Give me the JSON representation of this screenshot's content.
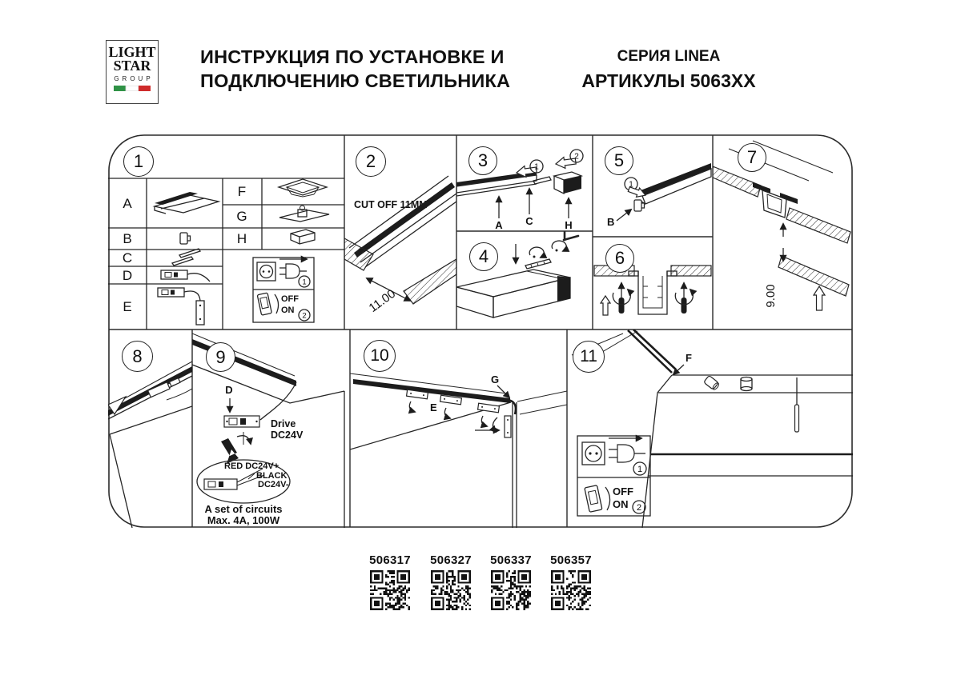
{
  "header": {
    "logo": {
      "word1": "LIGHT",
      "word2": "STAR",
      "word3": "GROUP"
    },
    "title_line1": "ИНСТРУКЦИЯ ПО УСТАНОВКЕ И",
    "title_line2": "ПОДКЛЮЧЕНИЮ СВЕТИЛЬНИКА",
    "series": "СЕРИЯ LINEA",
    "articles": "АРТИКУЛЫ 5063XX"
  },
  "colors": {
    "ink": "#252525",
    "flag_green": "#2f9246",
    "flag_white": "#ffffff",
    "flag_red": "#cf2b2b"
  },
  "panels": {
    "p1": {
      "number": "1",
      "rows_left": [
        "A",
        "B",
        "C",
        "D",
        "E"
      ],
      "rows_right": [
        "F",
        "G",
        "H"
      ],
      "power": {
        "plug_step": "1",
        "switch_step": "2",
        "off": "OFF",
        "on": "ON"
      }
    },
    "p2": {
      "number": "2",
      "cut_note": "CUT OFF 11MM",
      "dimension": "11.00"
    },
    "p3": {
      "number": "3",
      "step1": "1",
      "step2": "2",
      "label_a": "A",
      "label_c": "C",
      "label_h": "H"
    },
    "p4": {
      "number": "4"
    },
    "p5": {
      "number": "5",
      "step1": "1",
      "label_b": "B"
    },
    "p6": {
      "number": "6"
    },
    "p7": {
      "number": "7",
      "dimension": "9.00"
    },
    "p8": {
      "number": "8"
    },
    "p9": {
      "number": "9",
      "label_d": "D",
      "drive1": "Drive",
      "drive2": "DC24V",
      "wire_red": "RED DC24V+",
      "wire_black1": "BLACK",
      "wire_black2": "DC24V-",
      "note1": "A set of circuits",
      "note2": "Max. 4A, 100W"
    },
    "p10": {
      "number": "10",
      "label_e": "E",
      "label_g": "G"
    },
    "p11": {
      "number": "11",
      "label_f": "F",
      "power": {
        "plug_step": "1",
        "switch_step": "2",
        "off": "OFF",
        "on": "ON"
      }
    }
  },
  "qr_codes": [
    "506317",
    "506327",
    "506337",
    "506357"
  ]
}
